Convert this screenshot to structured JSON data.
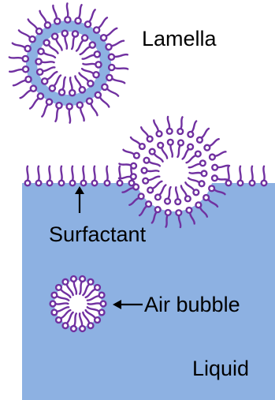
{
  "labels": {
    "lamella": "Lamella",
    "surfactant": "Surfactant",
    "air_bubble": "Air bubble",
    "liquid": "Liquid"
  },
  "colors": {
    "liquid": "#8DB1E2",
    "surfactant": "#7030A0",
    "bubble_interior": "#FFFFFF",
    "arrow": "#000000",
    "text": "#000000"
  },
  "components": [
    "lamella-structure",
    "rising-bubble-at-surface",
    "surface-surfactant-layer",
    "air-bubble-in-liquid"
  ]
}
